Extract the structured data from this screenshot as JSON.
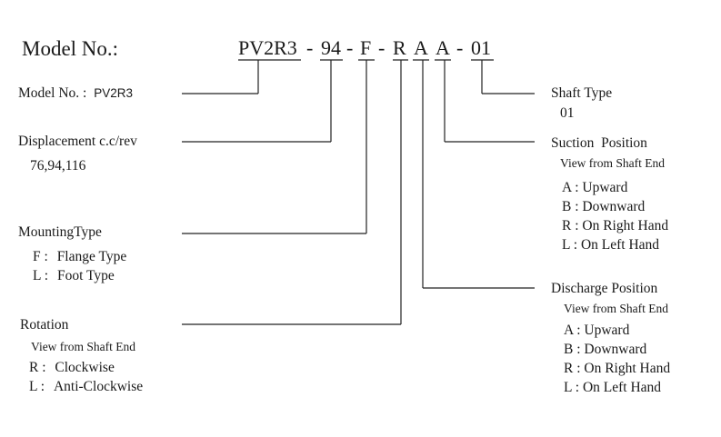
{
  "model_title": "Model No.:",
  "code": {
    "base": "PV2R3",
    "dash1": "-",
    "displacement": "94",
    "dash2": "-",
    "mounting": "F",
    "dash3": "-",
    "rotation": "R",
    "suction": "A",
    "discharge": "A",
    "dash4": "-",
    "shaft": "01"
  },
  "left": {
    "model_no": {
      "label": "Model No. :",
      "value": "PV2R3"
    },
    "displacement": {
      "label": "Displacement c.c/rev",
      "values": "76,94,116"
    },
    "mounting": {
      "label": "MountingType",
      "options": [
        {
          "key": "F :",
          "text": "Flange Type"
        },
        {
          "key": "L :",
          "text": "Foot Type"
        }
      ]
    },
    "rotation": {
      "label": "Rotation",
      "note": "View from Shaft End",
      "options": [
        {
          "key": "R :",
          "text": "Clockwise"
        },
        {
          "key": "L :",
          "text": "Anti-Clockwise"
        }
      ]
    }
  },
  "right": {
    "shaft": {
      "label": "Shaft Type",
      "value": "01"
    },
    "suction": {
      "label": "Suction  Position",
      "note": "View from Shaft End",
      "options": [
        "A : Upward",
        "B : Downward",
        "R : On Right Hand",
        "L : On Left Hand"
      ]
    },
    "discharge": {
      "label": "Discharge Position",
      "note": "View from Shaft End",
      "options": [
        "A : Upward",
        "B : Downward",
        "R : On Right Hand",
        "L : On Left Hand"
      ]
    }
  }
}
